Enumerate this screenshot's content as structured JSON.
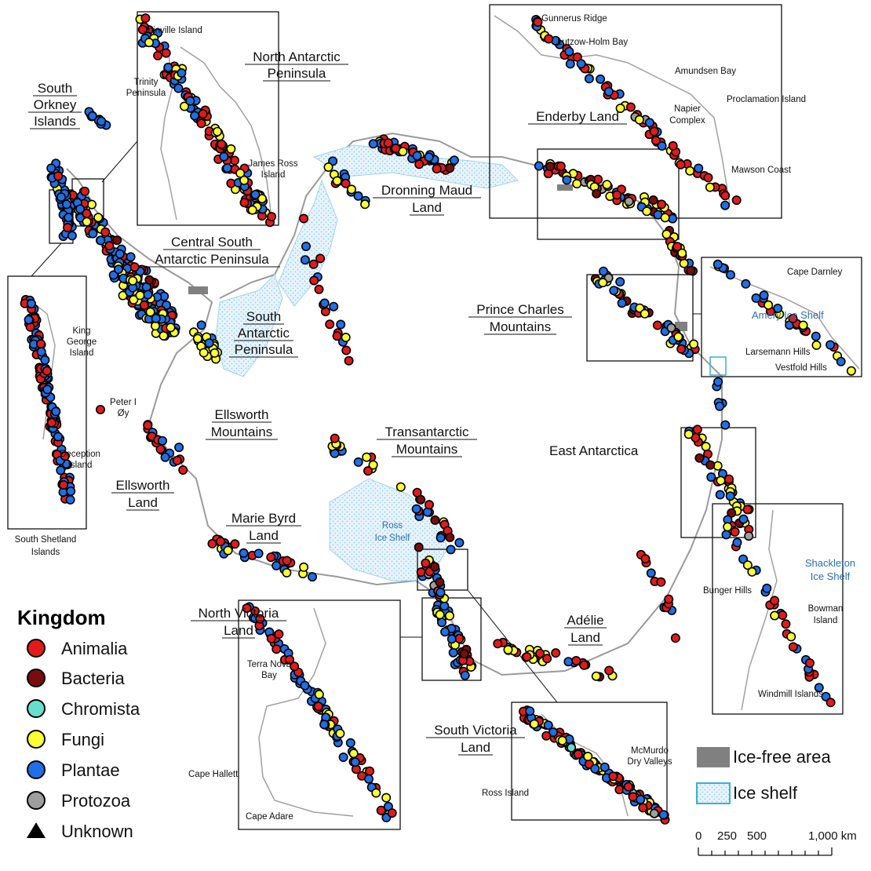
{
  "regions": [
    {
      "id": "south-orkney",
      "lines": [
        "South",
        "Orkney",
        "Islands"
      ]
    },
    {
      "id": "north-antarctic-peninsula",
      "lines": [
        "North Antarctic",
        "Peninsula"
      ]
    },
    {
      "id": "central-south-ap",
      "lines": [
        "Central South",
        "Antarctic Peninsula"
      ]
    },
    {
      "id": "south-ap",
      "lines": [
        "South",
        "Antarctic",
        "Peninsula"
      ]
    },
    {
      "id": "ellsworth-mountains",
      "lines": [
        "Ellsworth",
        "Mountains"
      ]
    },
    {
      "id": "ellsworth-land",
      "lines": [
        "Ellsworth",
        "Land"
      ]
    },
    {
      "id": "marie-byrd-land",
      "lines": [
        "Marie Byrd",
        "Land"
      ]
    },
    {
      "id": "north-victoria-land",
      "lines": [
        "North Victoria",
        "Land"
      ]
    },
    {
      "id": "south-victoria-land",
      "lines": [
        "South Victoria",
        "Land"
      ]
    },
    {
      "id": "transantarctic-mountains",
      "lines": [
        "Transantarctic",
        "Mountains"
      ]
    },
    {
      "id": "dronning-maud-land",
      "lines": [
        "Dronning Maud",
        "Land"
      ]
    },
    {
      "id": "enderby-land",
      "lines": [
        "Enderby Land"
      ]
    },
    {
      "id": "prince-charles-mountains",
      "lines": [
        "Prince Charles",
        "Mountains"
      ]
    },
    {
      "id": "adelie-land",
      "lines": [
        "Adélie",
        "Land"
      ]
    }
  ],
  "plain_labels": {
    "east_antarctica": "East Antarctica"
  },
  "place_labels": {
    "joinville": "Joinville Island",
    "trinity": [
      "Trinity",
      "Peninsula"
    ],
    "james_ross": [
      "James Ross",
      "Island"
    ],
    "king_george": [
      "King",
      "George",
      "Island"
    ],
    "deception": [
      "Deception",
      "Island"
    ],
    "south_shetland": [
      "South Shetland",
      "Islands"
    ],
    "peter_i": [
      "Peter I",
      "Øy"
    ],
    "gunnerus": "Gunnerus Ridge",
    "lutzow": "Lutzow-Holm Bay",
    "amundsen": "Amundsen Bay",
    "napier": [
      "Napier",
      "Complex"
    ],
    "proclamation": "Proclamation Island",
    "mawson": "Mawson Coast",
    "cape_darnley": "Cape Darnley",
    "larsemann": "Larsemann Hills",
    "vestfold": "Vestfold Hills",
    "bunger": "Bunger Hills",
    "bowman": [
      "Bowman",
      "Island"
    ],
    "windmill": "Windmill Islands",
    "terra_nova": [
      "Terra Nova",
      "Bay"
    ],
    "cape_hallett": "Cape Hallett",
    "cape_adare": "Cape Adare",
    "ross_island": "Ross Island",
    "mcmurdo": [
      "McMurdo",
      "Dry Valleys"
    ]
  },
  "ice_shelves": {
    "ross": [
      "Ross",
      "Ice Shelf"
    ],
    "amery": "Amery Ice Shelf",
    "shackleton": [
      "Shackleton",
      "Ice Shelf"
    ]
  },
  "legend": {
    "title": "Kingdom",
    "items": [
      {
        "label": "Animalia",
        "color": "#e31a1c",
        "shape": "circle"
      },
      {
        "label": "Bacteria",
        "color": "#7a0c0c",
        "shape": "circle"
      },
      {
        "label": "Chromista",
        "color": "#66e0cc",
        "shape": "circle"
      },
      {
        "label": "Fungi",
        "color": "#ffff33",
        "shape": "circle"
      },
      {
        "label": "Plantae",
        "color": "#1f6fe5",
        "shape": "circle"
      },
      {
        "label": "Protozoa",
        "color": "#9e9e9e",
        "shape": "circle"
      },
      {
        "label": "Unknown",
        "color": "#000000",
        "shape": "triangle"
      }
    ],
    "area_items": [
      {
        "label": "Ice-free area",
        "color": "#808080"
      },
      {
        "label": "Ice shelf",
        "color": "#3aaee0"
      }
    ]
  },
  "scale_bar": {
    "labels": [
      "0",
      "250",
      "500",
      "1,000 km"
    ]
  }
}
